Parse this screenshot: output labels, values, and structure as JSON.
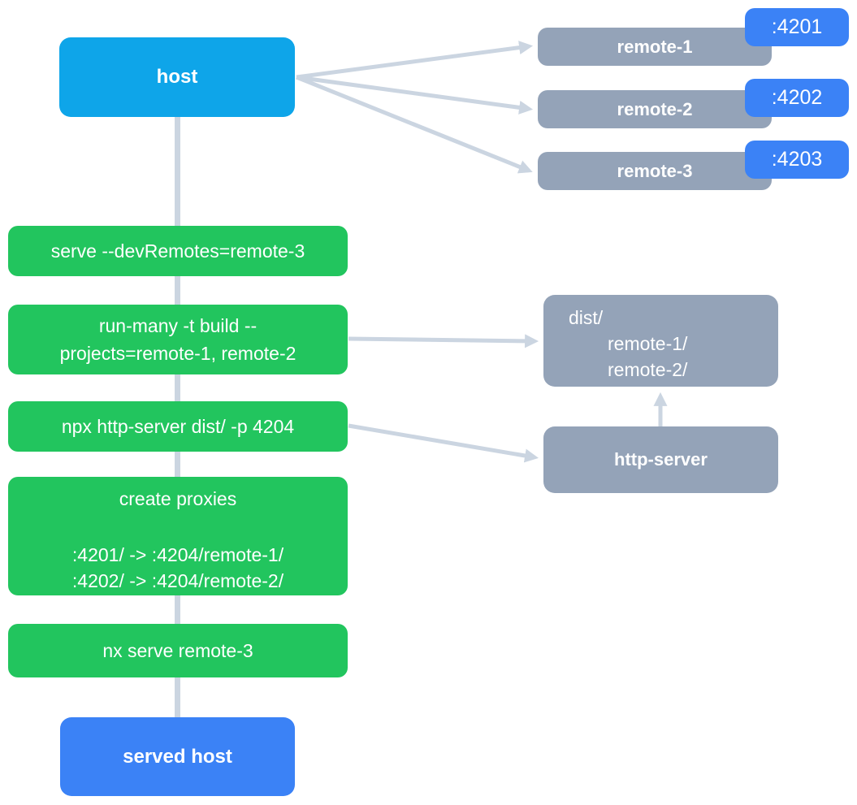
{
  "colors": {
    "host_box": "#0ea5e9",
    "remote_box": "#94a3b8",
    "port_badge": "#3b82f6",
    "command_box": "#22c55e",
    "served_host_box": "#3b82f6",
    "connector": "#cbd5e1",
    "text": "#ffffff"
  },
  "nodes": {
    "host": {
      "label": "host"
    },
    "remotes": [
      {
        "label": "remote-1",
        "port": ":4201"
      },
      {
        "label": "remote-2",
        "port": ":4202"
      },
      {
        "label": "remote-3",
        "port": ":4203"
      }
    ],
    "commands": [
      {
        "label": "serve --devRemotes=remote-3"
      },
      {
        "lines": [
          "run-many -t build --",
          "projects=remote-1, remote-2"
        ]
      },
      {
        "label": "npx http-server dist/ -p 4204"
      },
      {
        "title": "create proxies",
        "rules": [
          ":4201/ -> :4204/remote-1/",
          ":4202/ -> :4204/remote-2/"
        ]
      },
      {
        "label": "nx serve remote-3"
      }
    ],
    "dist": {
      "lines": [
        "dist/",
        "remote-1/",
        "remote-2/"
      ]
    },
    "http_server": {
      "label": "http-server"
    },
    "served_host": {
      "label": "served host"
    }
  }
}
